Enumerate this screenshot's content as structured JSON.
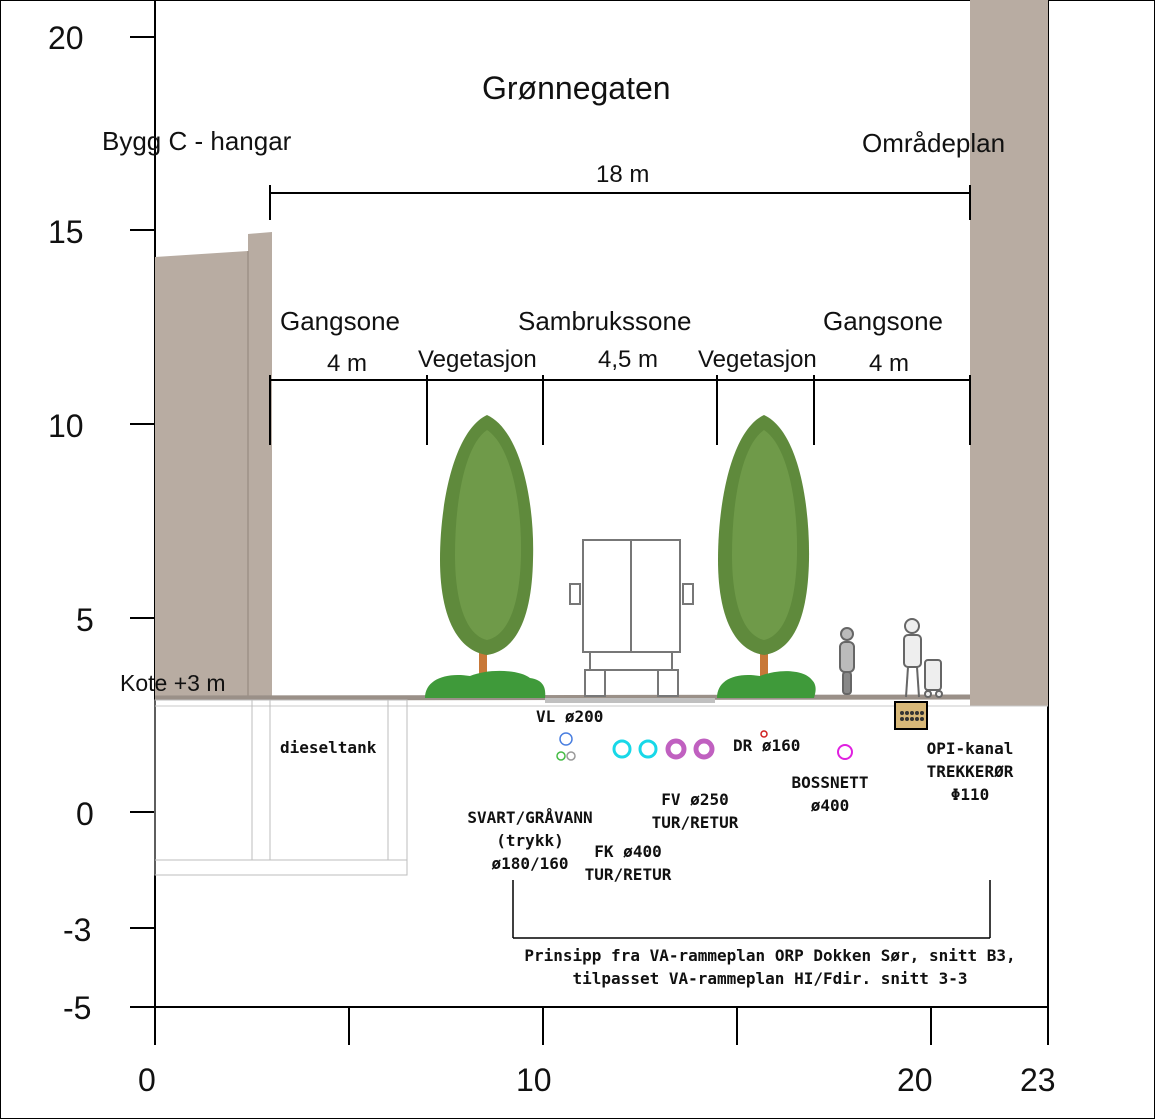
{
  "title": "Grønnegaten",
  "labels": {
    "left_building": "Bygg C - hangar",
    "right_building": "Områdeplan",
    "total_width": "18 m",
    "zone_left": "Gangsone",
    "zone_left_width": "4 m",
    "veg_left": "Vegetasjon",
    "zone_mid": "Sambrukssone",
    "zone_mid_width": "4,5 m",
    "veg_right": "Vegetasjon",
    "zone_right": "Gangsone",
    "zone_right_width": "4 m",
    "kote": "Kote +3 m",
    "dieseltank": "dieseltank",
    "vl": "VL ø200",
    "dr": "DR ø160",
    "bossnett_1": "BOSSNETT",
    "bossnett_2": "ø400",
    "opi_1": "OPI-kanal",
    "opi_2": "TREKKERØR",
    "opi_3": "Φ110",
    "fv_1": "FV ø250",
    "fv_2": "TUR/RETUR",
    "svart_1": "SVART/GRÅVANN",
    "svart_2": "(trykk)",
    "svart_3": "ø180/160",
    "fk_1": "FK ø400",
    "fk_2": "TUR/RETUR",
    "note_1": "Prinsipp fra VA-rammeplan ORP Dokken Sør, snitt B3,",
    "note_2": "tilpasset VA-rammeplan HI/Fdir. snitt 3-3"
  },
  "y_axis_ticks": [
    "20",
    "15",
    "10",
    "5",
    "0",
    "-3",
    "-5"
  ],
  "x_axis_ticks": [
    "0",
    "10",
    "20",
    "23"
  ],
  "colors": {
    "building": "#b8aca2",
    "tree_foliage": "#5f8a3c",
    "shrub": "#3f9a3a",
    "vl_pipe": "#4a7fe0",
    "svart_pipe": "#44bb44",
    "fk_pipe": "#18d8e8",
    "fv_pipe": "#c060c0",
    "dr_pipe": "#d02020",
    "boss_pipe": "#e020e0",
    "opi": "#d8b878"
  }
}
